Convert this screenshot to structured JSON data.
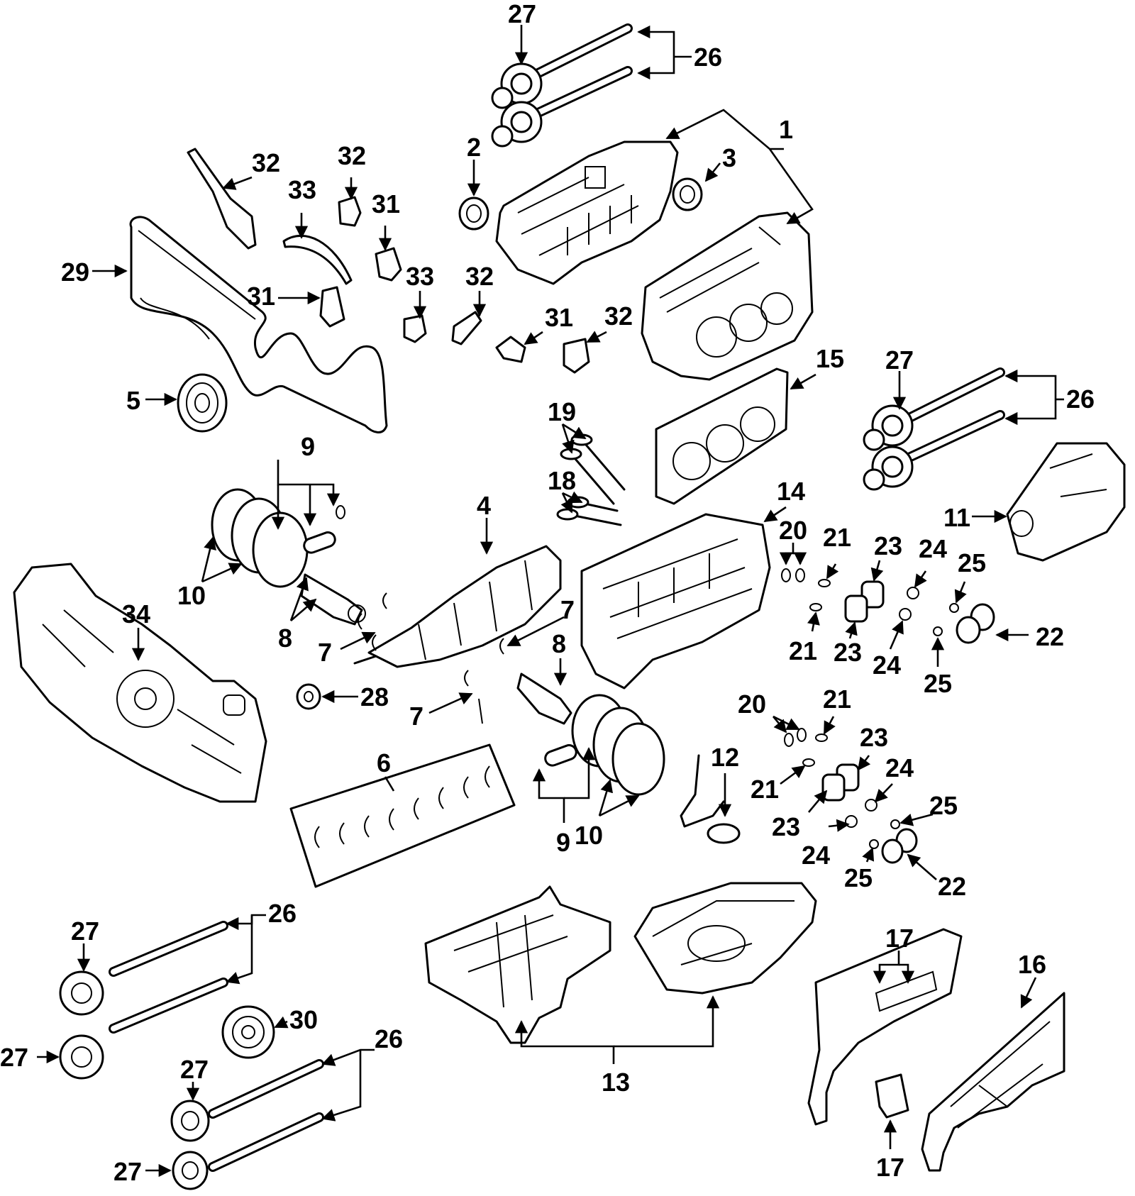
{
  "diagram": {
    "callouts": {
      "c1": "1",
      "c2": "2",
      "c3": "3",
      "c4": "4",
      "c5": "5",
      "c6": "6",
      "c7": "7",
      "c8": "8",
      "c9": "9",
      "c10": "10",
      "c11": "11",
      "c12": "12",
      "c13": "13",
      "c14": "14",
      "c15": "15",
      "c16": "16",
      "c17": "17",
      "c18": "18",
      "c19": "19",
      "c20": "20",
      "c21": "21",
      "c22": "22",
      "c23": "23",
      "c24": "24",
      "c25": "25",
      "c26": "26",
      "c27": "27",
      "c28": "28",
      "c29": "29",
      "c30": "30",
      "c31": "31",
      "c32": "32",
      "c33": "33",
      "c34": "34"
    },
    "parts": [
      {
        "id": "cylinder-head-right",
        "callout": "1"
      },
      {
        "id": "cylinder-block",
        "callout": "1"
      },
      {
        "id": "front-seal",
        "callout": "2"
      },
      {
        "id": "rear-seal",
        "callout": "3"
      },
      {
        "id": "crankshaft",
        "callout": "4"
      },
      {
        "id": "crank-pulley",
        "callout": "5"
      },
      {
        "id": "main-bearings",
        "callout": "6"
      },
      {
        "id": "thrust-bearing",
        "callout": "7"
      },
      {
        "id": "connecting-rod",
        "callout": "8"
      },
      {
        "id": "piston-pin",
        "callout": "9"
      },
      {
        "id": "piston-rings",
        "callout": "10"
      },
      {
        "id": "engine-mount",
        "callout": "11"
      },
      {
        "id": "oil-pickup",
        "callout": "12"
      },
      {
        "id": "oil-pan",
        "callout": "13"
      },
      {
        "id": "cylinder-head-left",
        "callout": "14"
      },
      {
        "id": "head-gasket",
        "callout": "15"
      },
      {
        "id": "valve-cover",
        "callout": "16"
      },
      {
        "id": "valve-cover-gasket",
        "callout": "17"
      },
      {
        "id": "exhaust-valve",
        "callout": "18"
      },
      {
        "id": "intake-valve",
        "callout": "19"
      },
      {
        "id": "valve-keepers",
        "callout": "20"
      },
      {
        "id": "spring-retainer",
        "callout": "21"
      },
      {
        "id": "lifter",
        "callout": "22"
      },
      {
        "id": "valve-spring",
        "callout": "23"
      },
      {
        "id": "valve-seal",
        "callout": "24"
      },
      {
        "id": "spring-seat",
        "callout": "25"
      },
      {
        "id": "camshaft",
        "callout": "26"
      },
      {
        "id": "cam-sprocket",
        "callout": "27"
      },
      {
        "id": "crank-seal",
        "callout": "28"
      },
      {
        "id": "timing-belt",
        "callout": "29"
      },
      {
        "id": "idler-pulley",
        "callout": "30"
      },
      {
        "id": "belt-tensioner",
        "callout": "31"
      },
      {
        "id": "belt-guide",
        "callout": "32"
      },
      {
        "id": "belt-idler",
        "callout": "33"
      },
      {
        "id": "timing-cover",
        "callout": "34"
      }
    ]
  }
}
